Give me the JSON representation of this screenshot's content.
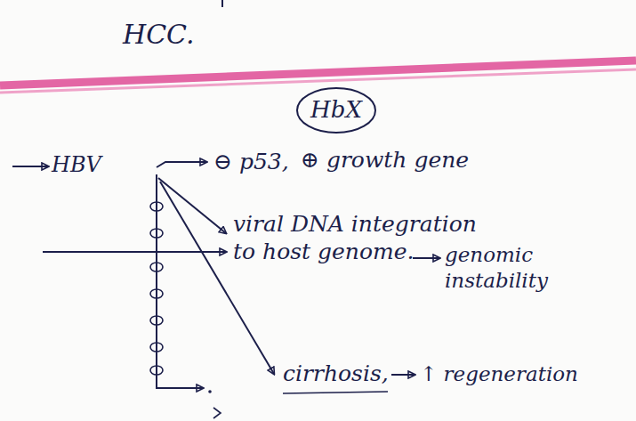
{
  "diagram": {
    "nodes": [
      {
        "text": [
          "HbX"
        ]
      }
    ],
    "labels": [
      "HCC.",
      "HBV",
      "⊖ p53,",
      "⊕ growth gene",
      "viral DNA integration to host genome.",
      "genomic instability",
      "cirrhosis,",
      "↑ regeneration"
    ]
  }
}
